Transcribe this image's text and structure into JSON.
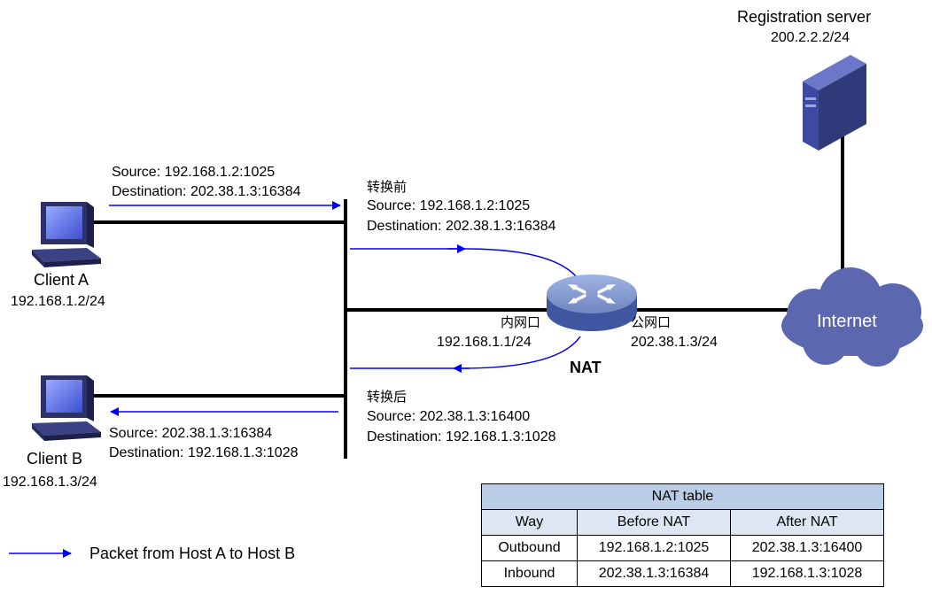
{
  "server": {
    "name": "Registration server",
    "ip": "200.2.2.2/24"
  },
  "client_a": {
    "name": "Client A",
    "ip": "192.168.1.2/24"
  },
  "client_b": {
    "name": "Client B",
    "ip": "192.168.1.3/24"
  },
  "packet_a_out": {
    "source": "Source: 192.168.1.2:1025",
    "destination": "Destination: 202.38.1.3:16384"
  },
  "before_nat": {
    "title": "转换前",
    "source": "Source: 192.168.1.2:1025",
    "destination": "Destination: 202.38.1.3:16384"
  },
  "after_nat": {
    "title": "转换后",
    "source": "Source: 202.38.1.3:16400",
    "destination": "Destination: 192.168.1.3:1028"
  },
  "packet_b_in": {
    "source": "Source: 202.38.1.3:16384",
    "destination": "Destination: 192.168.1.3:1028"
  },
  "nat": {
    "name": "NAT",
    "inside_label": "内网口",
    "inside_ip": "192.168.1.1/24",
    "outside_label": "公网口",
    "outside_ip": "202.38.1.3/24"
  },
  "internet": {
    "label": "Internet"
  },
  "legend": {
    "text": "Packet from Host A to Host B"
  },
  "colors": {
    "arrow": "#0000ff",
    "cloud": "#5b67ae",
    "router": "#6f86bf",
    "server": "#2e3a7a",
    "table_title": "#b9cde6",
    "table_head": "#dde7f3"
  },
  "nat_table": {
    "title": "NAT table",
    "headers": [
      "Way",
      "Before NAT",
      "After NAT"
    ],
    "rows": [
      [
        "Outbound",
        "192.168.1.2:1025",
        "202.38.1.3:16400"
      ],
      [
        "Inbound",
        "202.38.1.3:16384",
        "192.168.1.3:1028"
      ]
    ]
  }
}
